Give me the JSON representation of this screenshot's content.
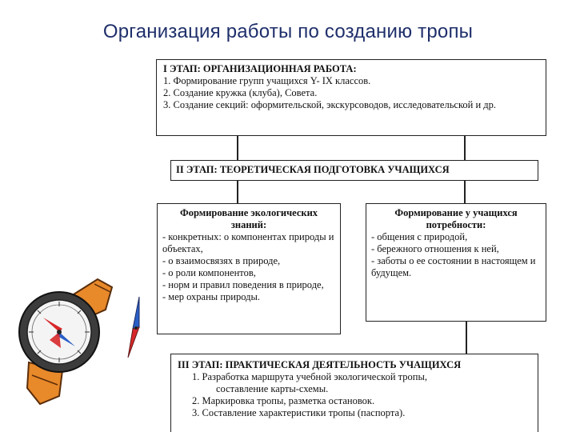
{
  "title": "Организация работы по созданию тропы",
  "stage1": {
    "heading": "I ЭТАП: ОРГАНИЗАЦИОННАЯ РАБОТА:",
    "lines": [
      "1. Формирование групп учащихся Y- IX классов.",
      "2. Создание кружка (клуба), Совета.",
      "3. Создание секций: оформительской, экскурсоводов, исследовательской и др."
    ]
  },
  "stage2": {
    "heading": "II ЭТАП: ТЕОРЕТИЧЕСКАЯ ПОДГОТОВКА УЧАЩИХСЯ"
  },
  "left_box": {
    "heading": "Формирование экологических знаний:",
    "lines": [
      "- конкретных: о компонентах природы и объектах,",
      "- о взаимосвязях в природе,",
      "- о роли компонентов,",
      "- норм и правил поведения в природе,",
      "- мер охраны природы."
    ]
  },
  "right_box": {
    "heading": "Формирование у учащихся потребности:",
    "lines": [
      "- общения с природой,",
      "- бережного отношения к ней,",
      "- заботы о ее состоянии в настоящем и будущем."
    ]
  },
  "stage3": {
    "heading": "III ЭТАП: ПРАКТИЧЕСКАЯ ДЕЯТЕЛЬНОСТЬ УЧАЩИХСЯ",
    "lines": [
      "1. Разработка маршрута учебной экологической тропы,",
      "составление карты-схемы.",
      "2. Маркировка тропы, разметка остановок.",
      "3. Составление характеристики тропы (паспорта)."
    ]
  },
  "colors": {
    "title": "#1f2f6b",
    "compass_strap": "#e8892a",
    "needle_red": "#d8282a",
    "needle_blue": "#2a5fc8"
  }
}
